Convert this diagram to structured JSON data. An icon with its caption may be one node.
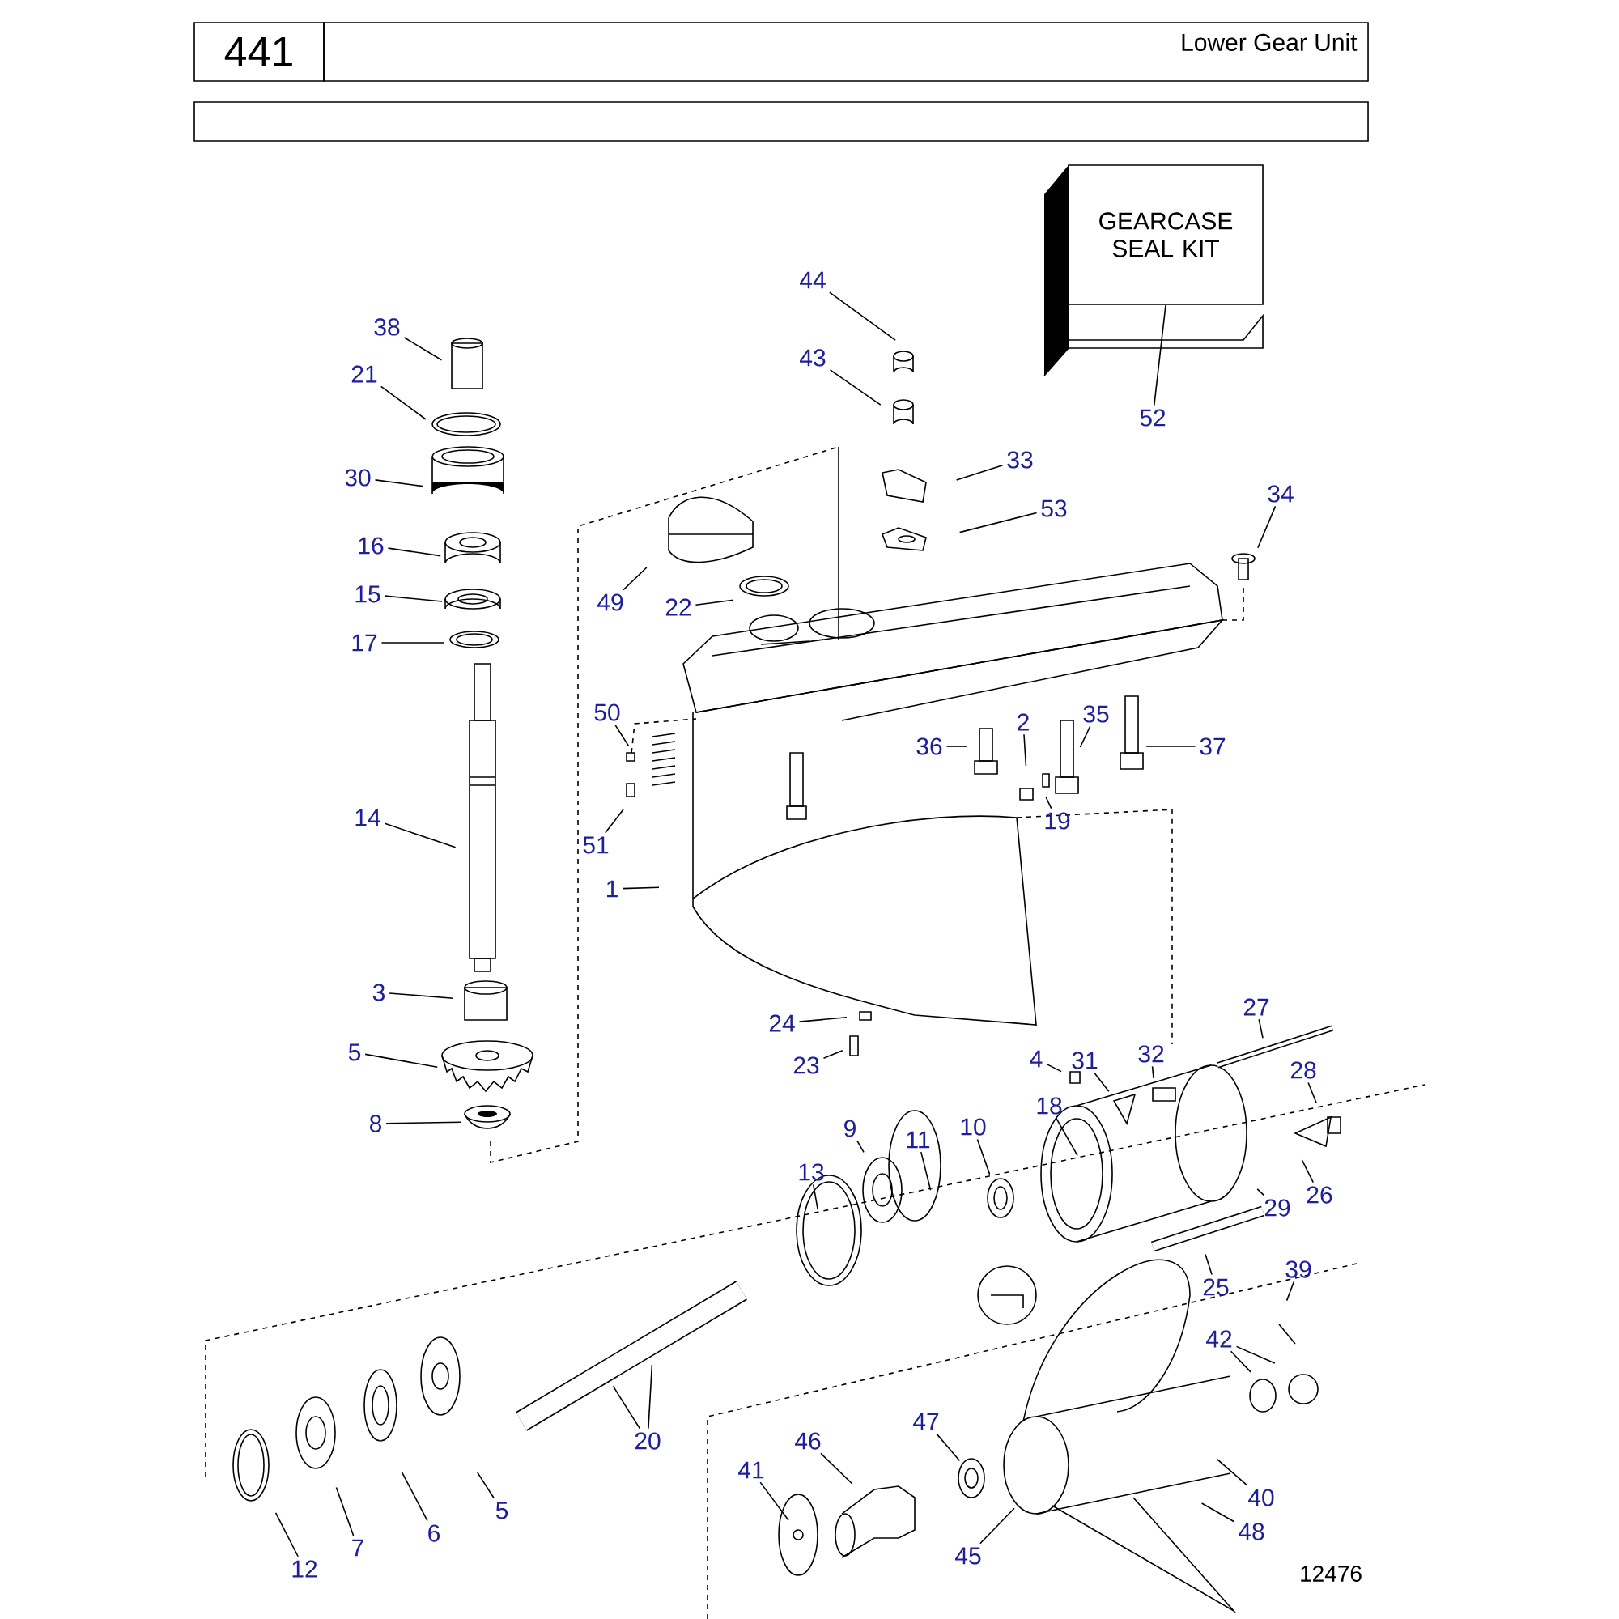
{
  "diagram": {
    "title": "Lower Gear Unit",
    "nodes": [
      {
        "text": [
          "1"
        ]
      },
      {
        "text": [
          "2"
        ]
      },
      {
        "text": [
          "3"
        ]
      },
      {
        "text": [
          "4"
        ]
      },
      {
        "text": [
          "5"
        ]
      },
      {
        "text": [
          "8"
        ]
      },
      {
        "text": [
          "9"
        ]
      },
      {
        "text": [
          "10"
        ]
      },
      {
        "text": [
          "11"
        ]
      },
      {
        "text": [
          "12"
        ]
      },
      {
        "text": [
          "13"
        ]
      },
      {
        "text": [
          "14"
        ]
      },
      {
        "text": [
          "15"
        ]
      },
      {
        "text": [
          "16"
        ]
      },
      {
        "text": [
          "17"
        ]
      },
      {
        "text": [
          "18"
        ]
      },
      {
        "text": [
          "19"
        ]
      },
      {
        "text": [
          "20"
        ]
      },
      {
        "text": [
          "21"
        ]
      },
      {
        "text": [
          "22"
        ]
      },
      {
        "text": [
          "23"
        ]
      },
      {
        "text": [
          "24"
        ]
      },
      {
        "text": [
          "25"
        ]
      },
      {
        "text": [
          "26"
        ]
      },
      {
        "text": [
          "27"
        ]
      },
      {
        "text": [
          "28"
        ]
      },
      {
        "text": [
          "29"
        ]
      },
      {
        "text": [
          "30"
        ]
      },
      {
        "text": [
          "31"
        ]
      },
      {
        "text": [
          "32"
        ]
      },
      {
        "text": [
          "33"
        ]
      },
      {
        "text": [
          "34"
        ]
      },
      {
        "text": [
          "35"
        ]
      },
      {
        "text": [
          "36"
        ]
      },
      {
        "text": [
          "37"
        ]
      },
      {
        "text": [
          "38"
        ]
      },
      {
        "text": [
          "39"
        ]
      },
      {
        "text": [
          "40"
        ]
      },
      {
        "text": [
          "41"
        ]
      },
      {
        "text": [
          "42"
        ]
      },
      {
        "text": [
          "43"
        ]
      },
      {
        "text": [
          "44"
        ]
      },
      {
        "text": [
          "45"
        ]
      },
      {
        "text": [
          "46"
        ]
      },
      {
        "text": [
          "47"
        ]
      },
      {
        "text": [
          "48"
        ]
      },
      {
        "text": [
          "49"
        ]
      },
      {
        "text": [
          "50"
        ]
      },
      {
        "text": [
          "51"
        ]
      },
      {
        "text": [
          "52"
        ]
      },
      {
        "text": [
          "GEARCASE SEAL KIT"
        ]
      },
      {
        "text": [
          "53"
        ]
      },
      {
        "text": [
          "5"
        ]
      },
      {
        "text": [
          "6"
        ]
      },
      {
        "text": [
          "7"
        ]
      }
    ],
    "edges": [
      {
        "from": 0,
        "to": null,
        "arrow": "none"
      },
      {
        "from": 1,
        "to": null,
        "arrow": "none"
      },
      {
        "from": 2,
        "to": null,
        "arrow": "none"
      },
      {
        "from": 3,
        "to": null,
        "arrow": "none"
      },
      {
        "from": 4,
        "to": null,
        "arrow": "none"
      },
      {
        "from": 5,
        "to": null,
        "arrow": "none"
      },
      {
        "from": 6,
        "to": null,
        "arrow": "none"
      },
      {
        "from": 7,
        "to": null,
        "arrow": "none"
      },
      {
        "from": 8,
        "to": null,
        "arrow": "none"
      },
      {
        "from": 9,
        "to": null,
        "arrow": "none"
      },
      {
        "from": 10,
        "to": null,
        "arrow": "none"
      },
      {
        "from": 11,
        "to": null,
        "arrow": "none"
      },
      {
        "from": 12,
        "to": null,
        "arrow": "none"
      },
      {
        "from": 13,
        "to": null,
        "arrow": "none"
      },
      {
        "from": 14,
        "to": null,
        "arrow": "none"
      },
      {
        "from": 15,
        "to": null,
        "arrow": "none"
      },
      {
        "from": 16,
        "to": null,
        "arrow": "none"
      },
      {
        "from": 17,
        "to": null,
        "arrow": "none"
      },
      {
        "from": 17,
        "to": null,
        "arrow": "none"
      },
      {
        "from": 18,
        "to": null,
        "arrow": "none"
      },
      {
        "from": 19,
        "to": null,
        "arrow": "none"
      },
      {
        "from": 20,
        "to": null,
        "arrow": "none"
      },
      {
        "from": 21,
        "to": null,
        "arrow": "none"
      },
      {
        "from": 22,
        "to": null,
        "arrow": "none"
      },
      {
        "from": 23,
        "to": null,
        "arrow": "none"
      },
      {
        "from": 24,
        "to": null,
        "arrow": "none"
      },
      {
        "from": 25,
        "to": null,
        "arrow": "none"
      },
      {
        "from": 26,
        "to": null,
        "arrow": "none"
      },
      {
        "from": 27,
        "to": null,
        "arrow": "none"
      },
      {
        "from": 28,
        "to": null,
        "arrow": "none"
      },
      {
        "from": 29,
        "to": null,
        "arrow": "none"
      },
      {
        "from": 30,
        "to": null,
        "arrow": "none"
      },
      {
        "from": 31,
        "to": null,
        "arrow": "none"
      },
      {
        "from": 32,
        "to": null,
        "arrow": "none"
      },
      {
        "from": 33,
        "to": null,
        "arrow": "none"
      },
      {
        "from": 34,
        "to": null,
        "arrow": "none"
      },
      {
        "from": 35,
        "to": null,
        "arrow": "none"
      },
      {
        "from": 36,
        "to": null,
        "arrow": "none"
      },
      {
        "from": 37,
        "to": null,
        "arrow": "none"
      },
      {
        "from": 38,
        "to": null,
        "arrow": "none"
      },
      {
        "from": 39,
        "to": null,
        "arrow": "none"
      },
      {
        "from": 39,
        "to": null,
        "arrow": "none"
      },
      {
        "from": 40,
        "to": null,
        "arrow": "none"
      },
      {
        "from": 41,
        "to": null,
        "arrow": "none"
      },
      {
        "from": 42,
        "to": null,
        "arrow": "none"
      },
      {
        "from": 43,
        "to": null,
        "arrow": "none"
      },
      {
        "from": 44,
        "to": null,
        "arrow": "none"
      },
      {
        "from": 45,
        "to": null,
        "arrow": "none"
      },
      {
        "from": 46,
        "to": null,
        "arrow": "none"
      },
      {
        "from": 47,
        "to": null,
        "arrow": "none"
      },
      {
        "from": 48,
        "to": null,
        "arrow": "none"
      },
      {
        "from": 49,
        "to": 50,
        "arrow": "none"
      },
      {
        "from": 51,
        "to": null,
        "arrow": "none"
      },
      {
        "from": 52,
        "to": null,
        "arrow": "none"
      },
      {
        "from": 53,
        "to": null,
        "arrow": "none"
      },
      {
        "from": 54,
        "to": null,
        "arrow": "none"
      }
    ],
    "labels": [
      "441",
      "12476"
    ]
  }
}
